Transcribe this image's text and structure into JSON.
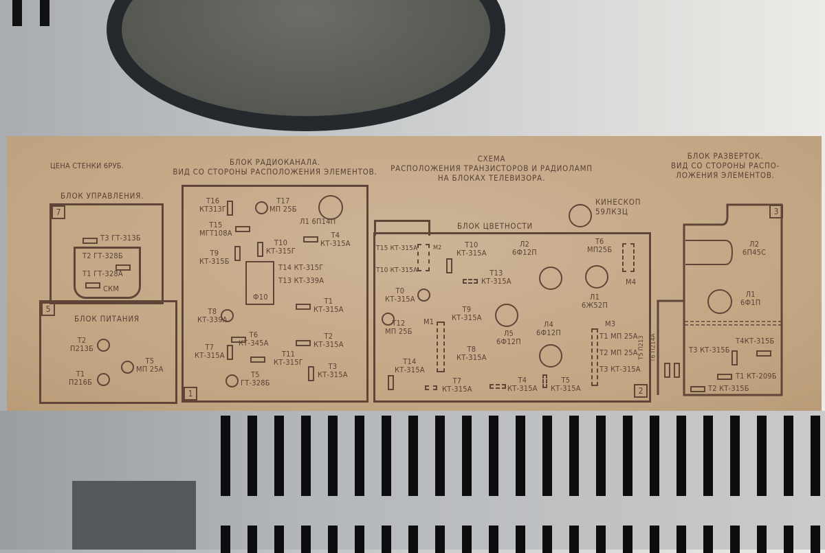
{
  "header": {
    "price": "ЦЕНА СТЕНКИ 6РУБ.",
    "title": "СХЕМА\nРАСПОЛОЖЕНИЯ ТРАНЗИСТОРОВ И РАДИОЛАМП\nНА БЛОКАХ ТЕЛЕВИЗОРА.",
    "kinescope": "КИНЕСКОП\n59ЛК3Ц"
  },
  "blocks": {
    "control": {
      "number": "7",
      "title": "БЛОК УПРАВЛЕНИЯ.",
      "labels": [
        "Т3 ГТ-313Б",
        "Т2 ГТ-328Б",
        "Т1 ГТ-328А",
        "СКМ"
      ]
    },
    "power": {
      "number": "5",
      "title": "БЛОК ПИТАНИЯ",
      "labels": [
        "Т2\nП213Б",
        "Т1\nП216Б",
        "Т5\nМП 25А"
      ]
    },
    "radio": {
      "number": "1",
      "title": "БЛОК РАДИОКАНАЛА.\nВИД СО СТОРОНЫ РАСПОЛОЖЕНИЯ ЭЛЕМЕНТОВ.",
      "labels": [
        "Т16\nКТ313Г",
        "Т17\nМП 25Б",
        "Л1 6П14П",
        "Т15\nМГТ108А",
        "Т4\nКТ-315А",
        "Т10\nКТ-315Г",
        "Т9\nКТ-315Б",
        "Ф10",
        "Т14 КТ-315Г",
        "Т13 КТ-339А",
        "Т1\nКТ-315А",
        "Т8\nКТ-339А",
        "Т6\nКТ-345А",
        "Т2\nКТ-315А",
        "Т7\nКТ-315А",
        "Т11\nКТ-315Г",
        "Т3\nКТ-315А",
        "Т5\nГТ-328Б"
      ]
    },
    "color": {
      "number": "2",
      "title": "БЛОК ЦВЕТНОСТИ",
      "labels": [
        "Т15 КТ-315А",
        "Т10 КТ-315А",
        "М2",
        "Т10\nКТ-315А",
        "Л2\n6Ф12П",
        "Т6\nМП25Б",
        "М4",
        "Т13\nКТ-315А",
        "Т0\nКТ-315А",
        "Л1\n6Ж52П",
        "Т12\nМП 25Б",
        "М1",
        "Т9\nКТ-315А",
        "Л5\n6Ф12П",
        "Л4\n6Ф12П",
        "М3",
        "Т1  МП 25А",
        "Т2  МП 25А",
        "Т3  КТ-315А",
        "Т8\nКТ-315А",
        "Т14\nКТ-315А",
        "Т7\nКТ-315А",
        "Т4\nКТ-315А",
        "Т5\nКТ-315А"
      ]
    },
    "scan": {
      "number": "3",
      "title": "БЛОК РАЗВЕРТОК.\nВИД СО СТОРОНЫ РАСПО-\nЛОЖЕНИЯ ЭЛЕМЕНТОВ.",
      "labels": [
        "Л2\n6П45С",
        "Л1\n6Ф1П",
        "Т4КТ-315Б",
        "Т3 КТ-315Б",
        "Т1 КТ-209Б",
        "Т2 КТ-315Б",
        "Т5 П213",
        "Т6 П214А"
      ]
    }
  }
}
